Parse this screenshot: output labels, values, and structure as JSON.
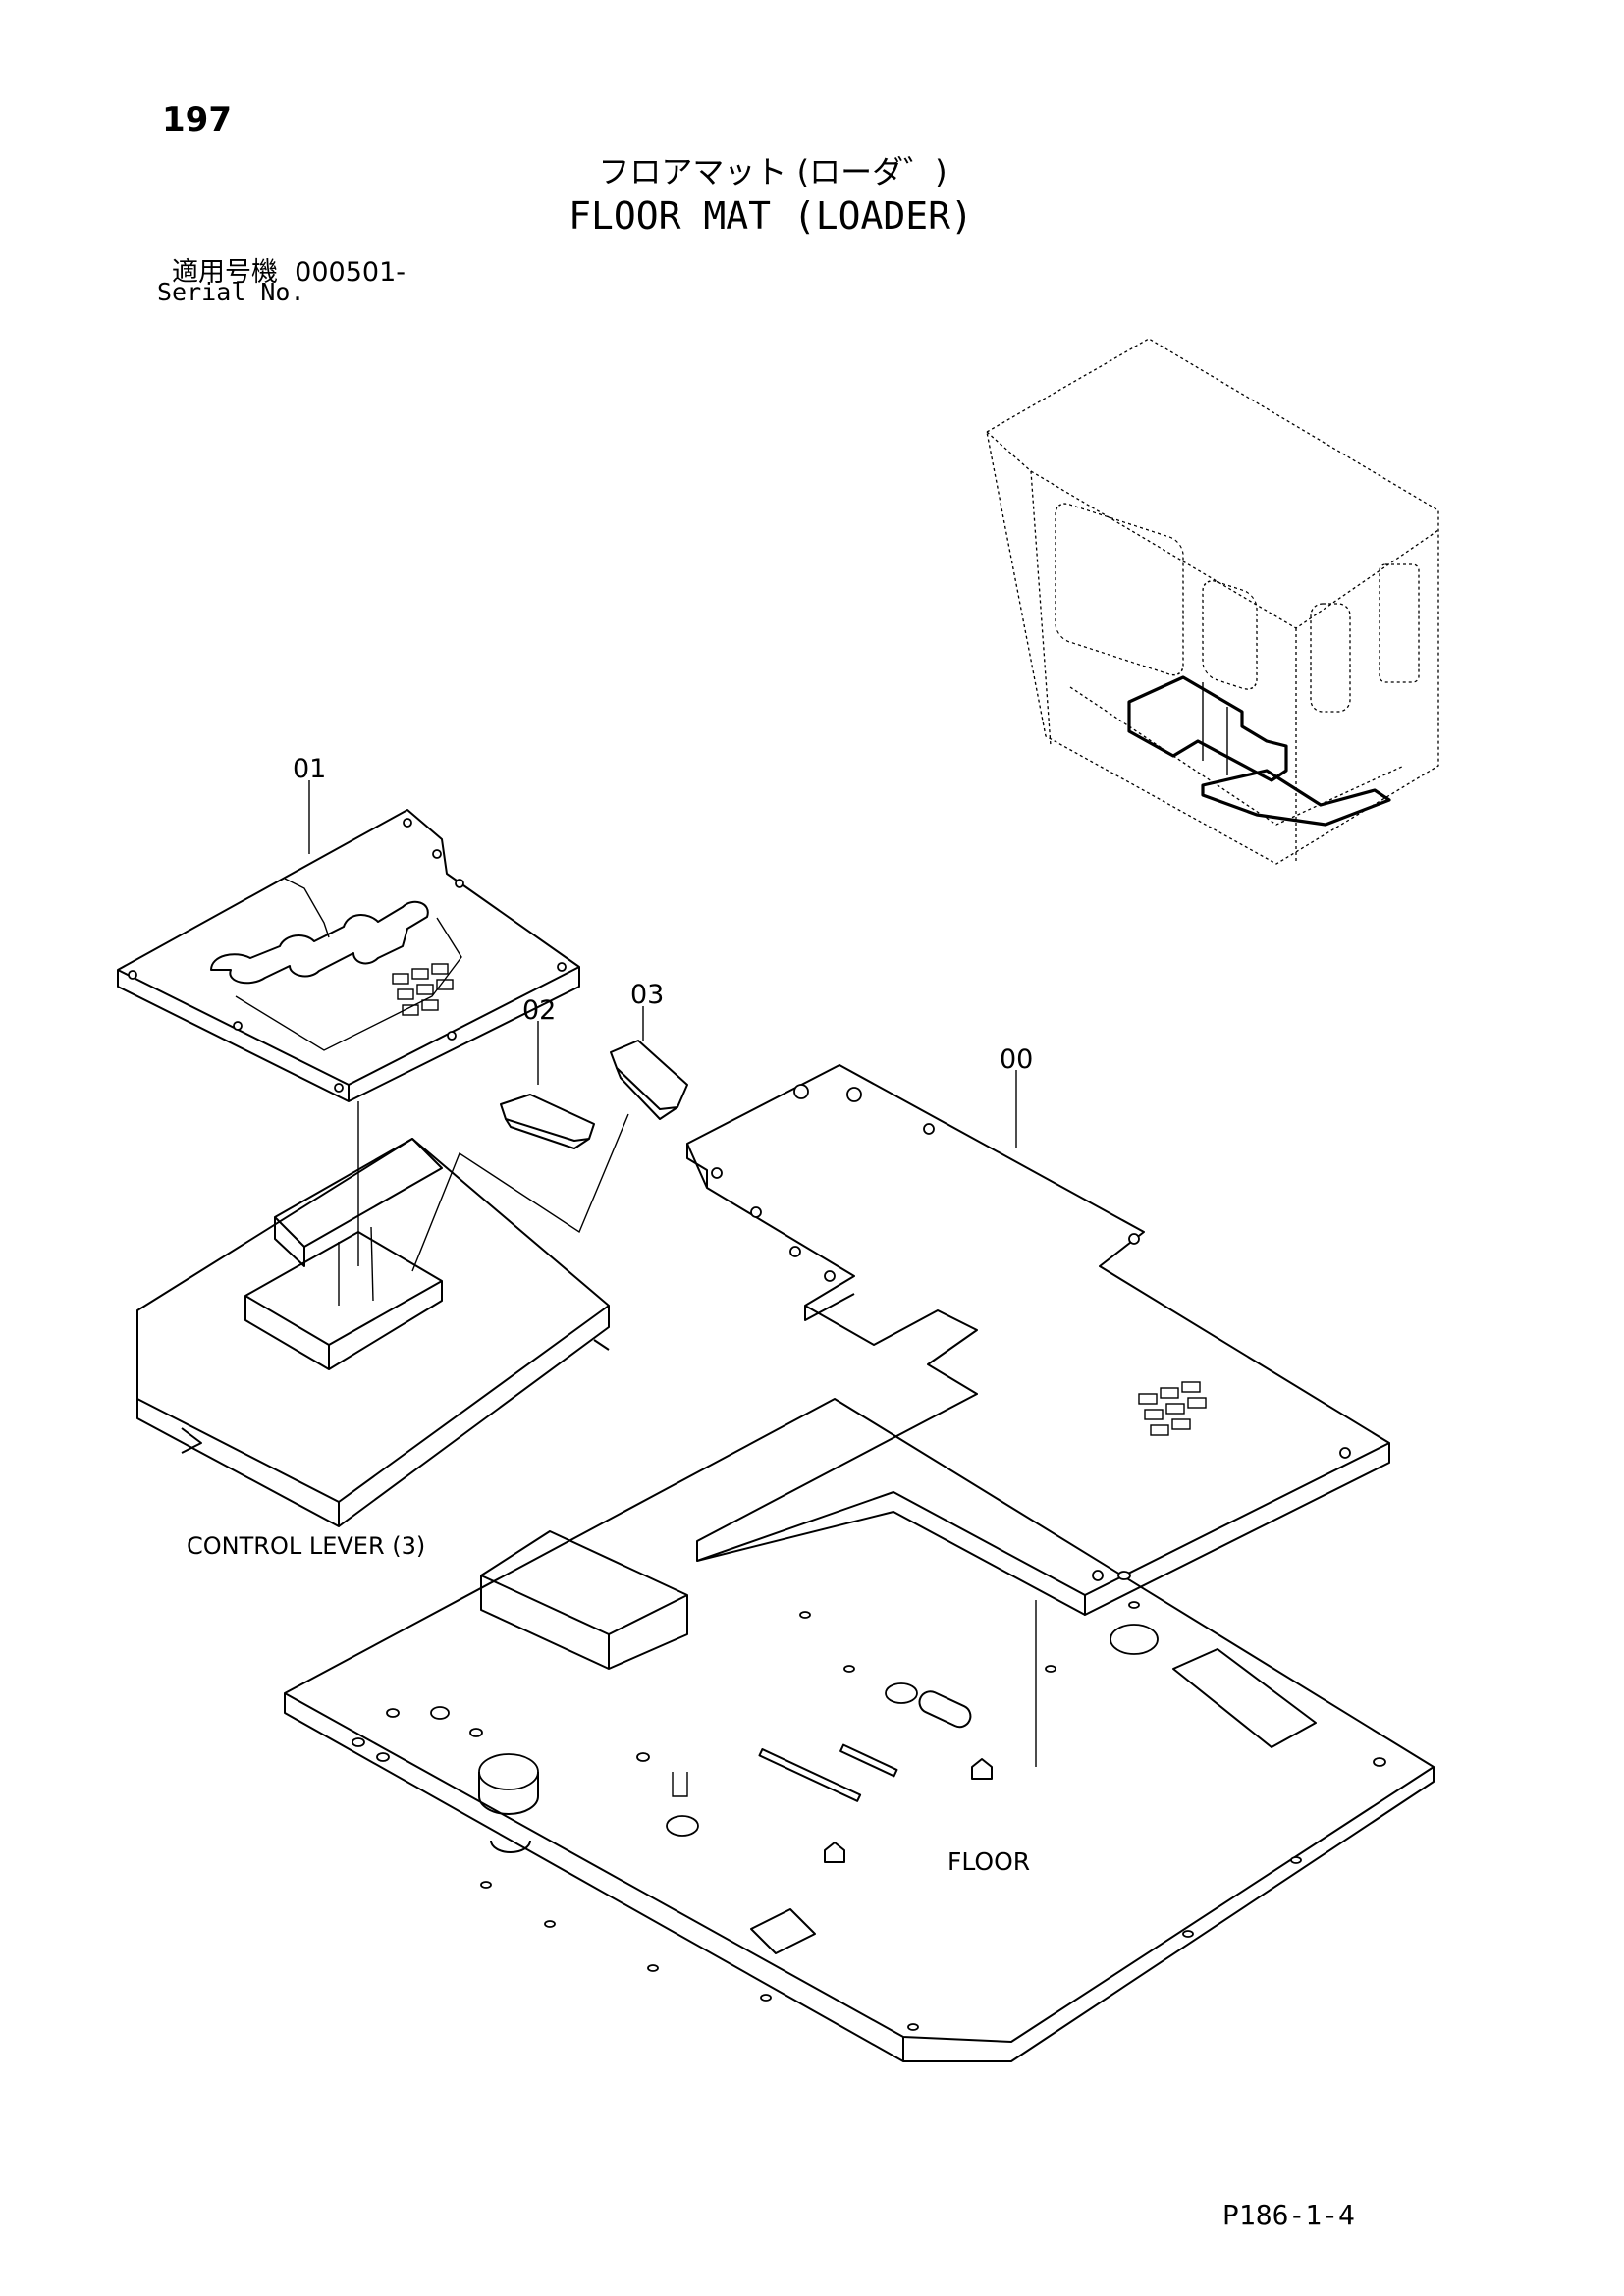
{
  "page": {
    "number": "197",
    "title_jp": "フロアマット (ローダ゛)",
    "title_en": "FLOOR MAT (LOADER)",
    "serial_label_jp": "適用号機",
    "serial_value": "000501-",
    "serial_label_en": "Serial No.",
    "figure_code": "P186-1-4"
  },
  "callouts": {
    "part_00": "00",
    "part_01": "01",
    "part_02": "02",
    "part_03": "03",
    "control_lever": "CONTROL LEVER (3)",
    "floor": "FLOOR"
  }
}
